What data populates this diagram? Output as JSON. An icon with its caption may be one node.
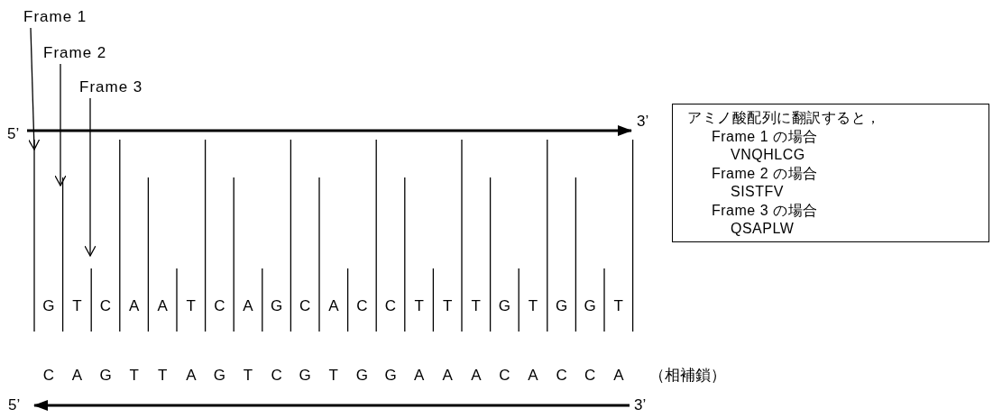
{
  "diagram": {
    "nodes": [
      {
        "text": [
          "Frame 1"
        ]
      },
      {
        "text": [
          "Frame 2"
        ]
      },
      {
        "text": [
          "Frame 3"
        ]
      },
      {
        "text": [
          "アミノ酸配列に翻訳すると，",
          "Frame 1 の場合",
          "VNQHLCG",
          "Frame 2 の場合",
          "SISTFV",
          "Frame 3 の場合",
          "QSAPLW"
        ]
      }
    ],
    "edges": [
      {
        "from": 0,
        "to": null,
        "arrow": "to"
      },
      {
        "from": 1,
        "to": null,
        "arrow": "to"
      },
      {
        "from": 2,
        "to": null,
        "arrow": "to"
      }
    ],
    "labels": [
      "5’",
      "3’",
      "G",
      "T",
      "C",
      "A",
      "A",
      "T",
      "C",
      "A",
      "G",
      "C",
      "A",
      "C",
      "C",
      "T",
      "T",
      "T",
      "G",
      "T",
      "G",
      "G",
      "T",
      "C",
      "A",
      "G",
      "T",
      "T",
      "A",
      "G",
      "T",
      "C",
      "G",
      "T",
      "G",
      "G",
      "A",
      "A",
      "A",
      "C",
      "A",
      "C",
      "C",
      "A",
      "（相補鎖）",
      "5’",
      "3’"
    ]
  }
}
